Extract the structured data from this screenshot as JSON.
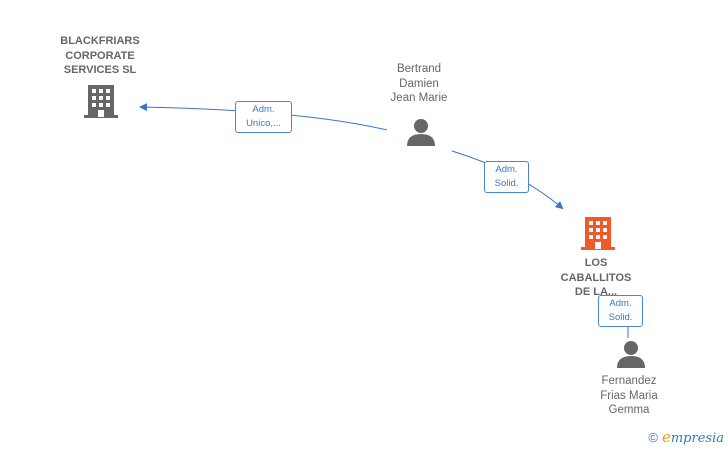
{
  "nodes": {
    "blackfriars": {
      "label": "BLACKFRIARS\nCORPORATE\nSERVICES  SL",
      "kind": "company",
      "color": "#666666"
    },
    "bertrand": {
      "label": "Bertrand\nDamien\nJean Marie",
      "kind": "person",
      "color": "#666666"
    },
    "caballitos": {
      "label": "LOS\nCABALLITOS\nDE LA...",
      "kind": "company",
      "color": "#f05a28"
    },
    "fernandez": {
      "label": "Fernandez\nFrias Maria\nGemma",
      "kind": "person",
      "color": "#666666"
    }
  },
  "edges": {
    "e1": {
      "label": "Adm.\nUnico,..."
    },
    "e2": {
      "label": "Adm.\nSolid."
    },
    "e3": {
      "label": "Adm.\nSolid."
    }
  },
  "colors": {
    "edge": "#3a76c4",
    "accent": "#f05a28"
  },
  "footer": {
    "copyright_symbol": "©",
    "brand_initial": "e",
    "brand_rest": "mpresia"
  }
}
